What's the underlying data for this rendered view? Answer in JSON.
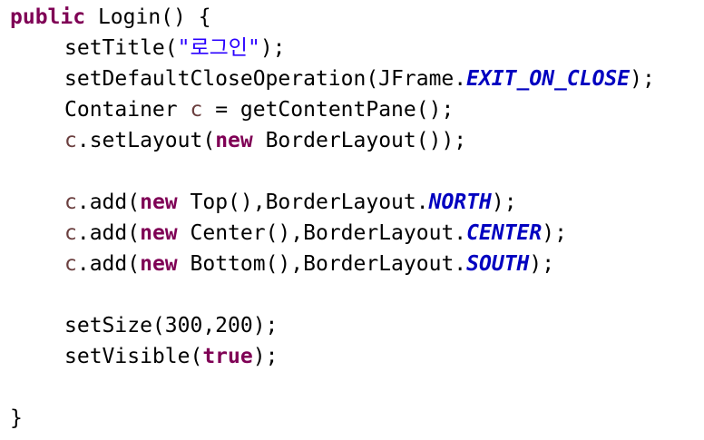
{
  "editor": {
    "colors": {
      "keyword": "#7f0055",
      "string": "#2a00ff",
      "local_variable": "#6a3e3e",
      "static_field": "#0000c0",
      "plain": "#000000",
      "background": "#ffffff"
    },
    "lines": [
      {
        "indent": false,
        "tokens": [
          {
            "text": "public",
            "kind": "kw"
          },
          {
            "text": " Login() {",
            "kind": "plain"
          }
        ]
      },
      {
        "indent": true,
        "tokens": [
          {
            "text": "setTitle(",
            "kind": "plain"
          },
          {
            "text": "\"로그인\"",
            "kind": "str"
          },
          {
            "text": ");",
            "kind": "plain"
          }
        ]
      },
      {
        "indent": true,
        "tokens": [
          {
            "text": "setDefaultCloseOperation(JFrame.",
            "kind": "plain"
          },
          {
            "text": "EXIT_ON_CLOSE",
            "kind": "const"
          },
          {
            "text": ");",
            "kind": "plain"
          }
        ]
      },
      {
        "indent": true,
        "tokens": [
          {
            "text": "Container ",
            "kind": "plain"
          },
          {
            "text": "c",
            "kind": "fld"
          },
          {
            "text": " = getContentPane();",
            "kind": "plain"
          }
        ]
      },
      {
        "indent": true,
        "tokens": [
          {
            "text": "c",
            "kind": "fld"
          },
          {
            "text": ".setLayout(",
            "kind": "plain"
          },
          {
            "text": "new",
            "kind": "kw"
          },
          {
            "text": " BorderLayout());",
            "kind": "plain"
          }
        ]
      },
      {
        "indent": false,
        "tokens": []
      },
      {
        "indent": true,
        "tokens": [
          {
            "text": "c",
            "kind": "fld"
          },
          {
            "text": ".add(",
            "kind": "plain"
          },
          {
            "text": "new",
            "kind": "kw"
          },
          {
            "text": " Top(),BorderLayout.",
            "kind": "plain"
          },
          {
            "text": "NORTH",
            "kind": "const"
          },
          {
            "text": ");",
            "kind": "plain"
          }
        ]
      },
      {
        "indent": true,
        "tokens": [
          {
            "text": "c",
            "kind": "fld"
          },
          {
            "text": ".add(",
            "kind": "plain"
          },
          {
            "text": "new",
            "kind": "kw"
          },
          {
            "text": " Center(),BorderLayout.",
            "kind": "plain"
          },
          {
            "text": "CENTER",
            "kind": "const"
          },
          {
            "text": ");",
            "kind": "plain"
          }
        ]
      },
      {
        "indent": true,
        "tokens": [
          {
            "text": "c",
            "kind": "fld"
          },
          {
            "text": ".add(",
            "kind": "plain"
          },
          {
            "text": "new",
            "kind": "kw"
          },
          {
            "text": " Bottom(),BorderLayout.",
            "kind": "plain"
          },
          {
            "text": "SOUTH",
            "kind": "const"
          },
          {
            "text": ");",
            "kind": "plain"
          }
        ]
      },
      {
        "indent": false,
        "tokens": []
      },
      {
        "indent": true,
        "tokens": [
          {
            "text": "setSize(300,200);",
            "kind": "plain"
          }
        ]
      },
      {
        "indent": true,
        "tokens": [
          {
            "text": "setVisible(",
            "kind": "plain"
          },
          {
            "text": "true",
            "kind": "kw"
          },
          {
            "text": ");",
            "kind": "plain"
          }
        ]
      },
      {
        "indent": false,
        "tokens": []
      },
      {
        "indent": false,
        "tokens": [
          {
            "text": "}",
            "kind": "plain"
          }
        ]
      }
    ]
  }
}
